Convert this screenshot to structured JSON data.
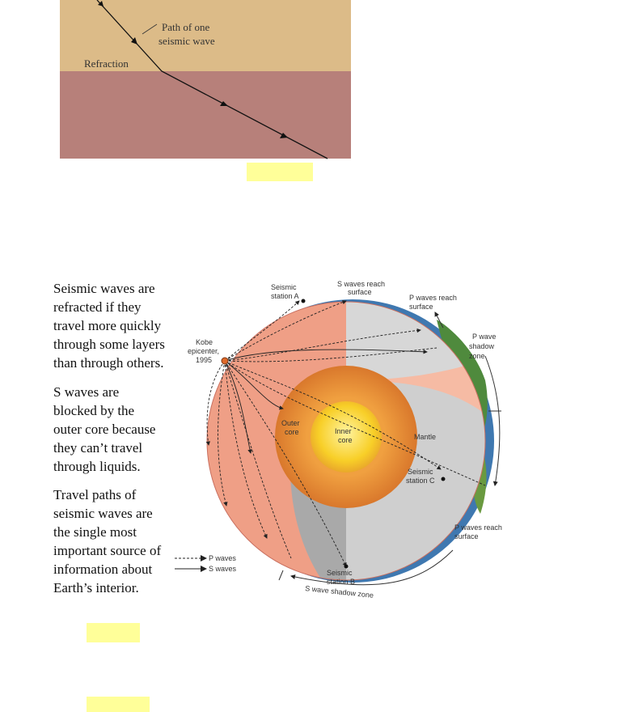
{
  "refraction_panel": {
    "label_refraction": "Refraction",
    "label_path": [
      "Path of one",
      "seismic wave"
    ],
    "colors": {
      "upper_layer": "#dcbb88",
      "lower_layer": "#b7807a"
    }
  },
  "notes": [
    [
      "Seismic waves are",
      "refracted if they",
      "travel more quickly",
      "through some layers",
      "than through others."
    ],
    [
      "S waves are",
      "blocked by the",
      "outer core because",
      "they can’t travel",
      "through liquids."
    ],
    [
      "Travel paths of",
      "seismic waves are",
      "the single most",
      "important source of",
      "information about",
      "Earth’s interior."
    ]
  ],
  "earth": {
    "labels": {
      "seismic_station_a": [
        "Seismic",
        "station A"
      ],
      "s_waves_reach_surface": [
        "S waves reach",
        "surface"
      ],
      "p_waves_reach_surface_top": [
        "P waves reach",
        "surface"
      ],
      "p_wave_shadow_zone": [
        "P wave",
        "shadow",
        "zone"
      ],
      "kobe_epicenter": [
        "Kobe",
        "epicenter,",
        "1995"
      ],
      "outer_core": [
        "Outer",
        "core"
      ],
      "inner_core": [
        "Inner",
        "core"
      ],
      "mantle": "Mantle",
      "seismic_station_c": [
        "Seismic",
        "station C"
      ],
      "p_waves_reach_surface_bottom": [
        "P waves reach",
        "surface"
      ],
      "seismic_station_b": [
        "Seismic",
        "station B"
      ],
      "s_wave_shadow_zone": "S wave shadow zone"
    },
    "legend": {
      "p_waves": "P waves",
      "s_waves": "S waves"
    },
    "colors": {
      "mantle": "#ef9f86",
      "outer_core": "#e8903a",
      "inner_core": "#f8cf28",
      "shadow": "#c8c8c8"
    }
  }
}
